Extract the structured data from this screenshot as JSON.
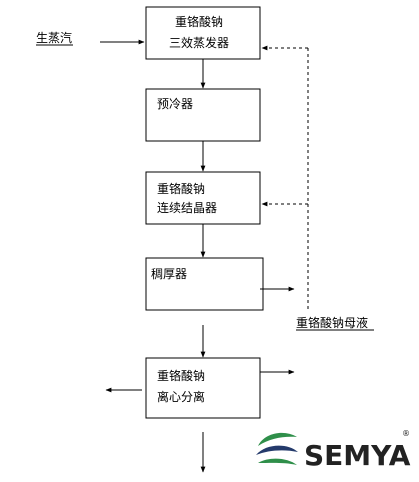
{
  "nodes": {
    "evaporator": [
      "重铬酸钠",
      "三效蒸发器"
    ],
    "precooler": [
      "预冷器"
    ],
    "crystallizer": [
      "重铬酸钠",
      "连续结晶器"
    ],
    "thickener": [
      "稠厚器"
    ],
    "centrifuge": [
      "重铬酸钠",
      "离心分离"
    ]
  },
  "labels": {
    "steam": "生蒸汽",
    "mother_liquor": "重铬酸钠母液"
  },
  "logo": {
    "brand": "SEMYA",
    "registered": "®"
  },
  "colors": {
    "line": "#000000",
    "brand_text": "#222222",
    "logo_green": "#2f8f4a",
    "logo_navy": "#243a6b"
  }
}
